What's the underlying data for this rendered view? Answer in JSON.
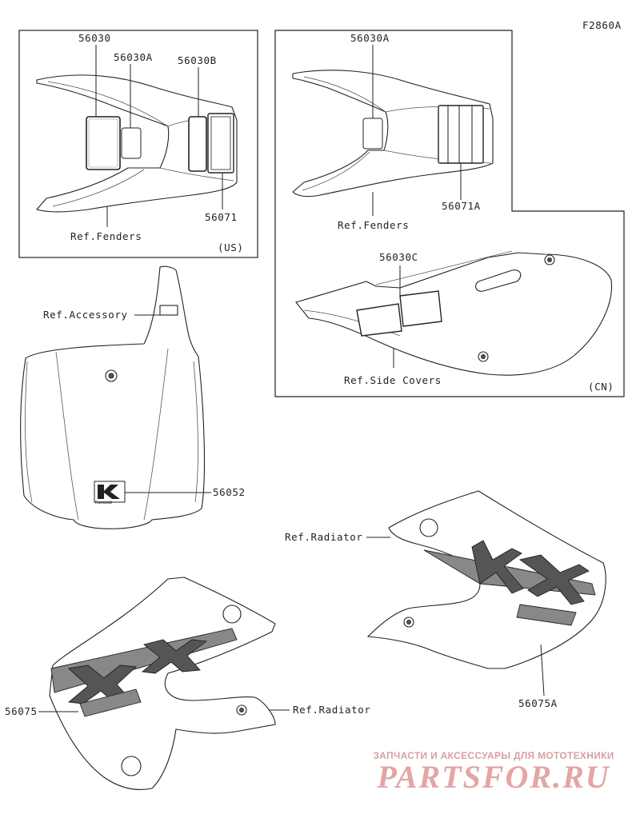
{
  "figure_code": "F2860A",
  "callouts": {
    "p56030": "56030",
    "p56030A_us": "56030A",
    "p56030B": "56030B",
    "p56071": "56071",
    "ref_fenders_us": "Ref.Fenders",
    "region_us": "(US)",
    "p56030A_cn": "56030A",
    "p56071A": "56071A",
    "ref_fenders_cn": "Ref.Fenders",
    "p56030C": "56030C",
    "ref_side_covers": "Ref.Side Covers",
    "region_cn": "(CN)",
    "ref_accessory": "Ref.Accessory",
    "p56052": "56052",
    "logo_text": "Kawasaki",
    "ref_radiator_right": "Ref.Radiator",
    "p56075A": "56075A",
    "p56075": "56075",
    "ref_radiator_left": "Ref.Radiator"
  },
  "watermark": {
    "tagline": "ЗАПЧАСТИ И АКСЕССУАРЫ ДЛЯ МОТОТЕХНИКИ",
    "brand": "PARTSFOR.RU"
  }
}
